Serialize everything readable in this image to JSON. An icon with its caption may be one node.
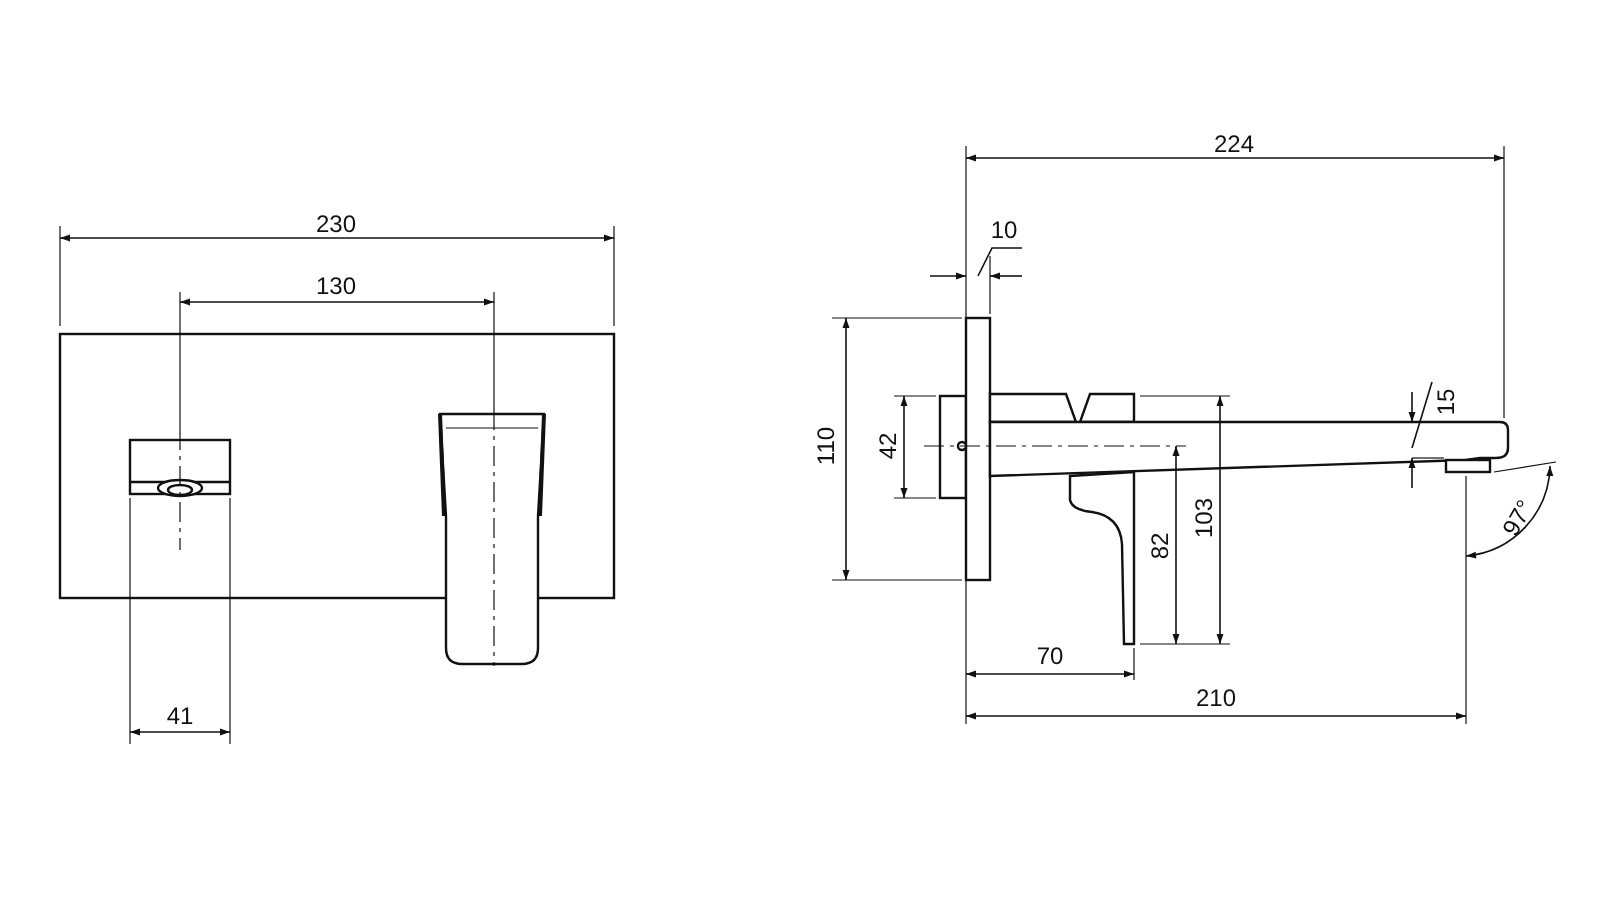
{
  "diagram": {
    "labels": [
      "230",
      "224",
      "10",
      "130",
      "110",
      "42",
      "15",
      "103",
      "82",
      "97°",
      "41",
      "70",
      "210"
    ]
  }
}
